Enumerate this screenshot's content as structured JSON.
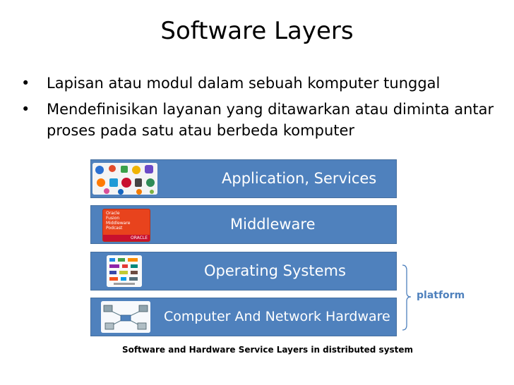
{
  "slide": {
    "title": "Software Layers",
    "bullets": [
      {
        "marker": "•",
        "text": "Lapisan atau modul dalam sebuah komputer tunggal"
      },
      {
        "marker": "•",
        "text": "Mendefinisikan layanan yang ditawarkan atau diminta antar proses pada satu atau berbeda komputer"
      }
    ]
  },
  "layers": [
    {
      "label": "Application, Services",
      "image": "application-icons-collage"
    },
    {
      "label": "Middleware",
      "image": "oracle-fusion-middleware-podcast-logo",
      "image_text": [
        "Oracle",
        "Fusion",
        "Middleware",
        "Podcast"
      ],
      "brand": "ORACLE"
    },
    {
      "label": "Operating Systems",
      "image": "operating-systems-logos"
    },
    {
      "label": "Computer And Network Hardware",
      "image": "network-hardware-diagram"
    }
  ],
  "annotation": {
    "label": "platform"
  },
  "caption": "Software and Hardware Service Layers in distributed system",
  "colors": {
    "layer_fill": "#4f81bd",
    "accent_text": "#4f81bd",
    "oracle_red": "#e8431d"
  }
}
